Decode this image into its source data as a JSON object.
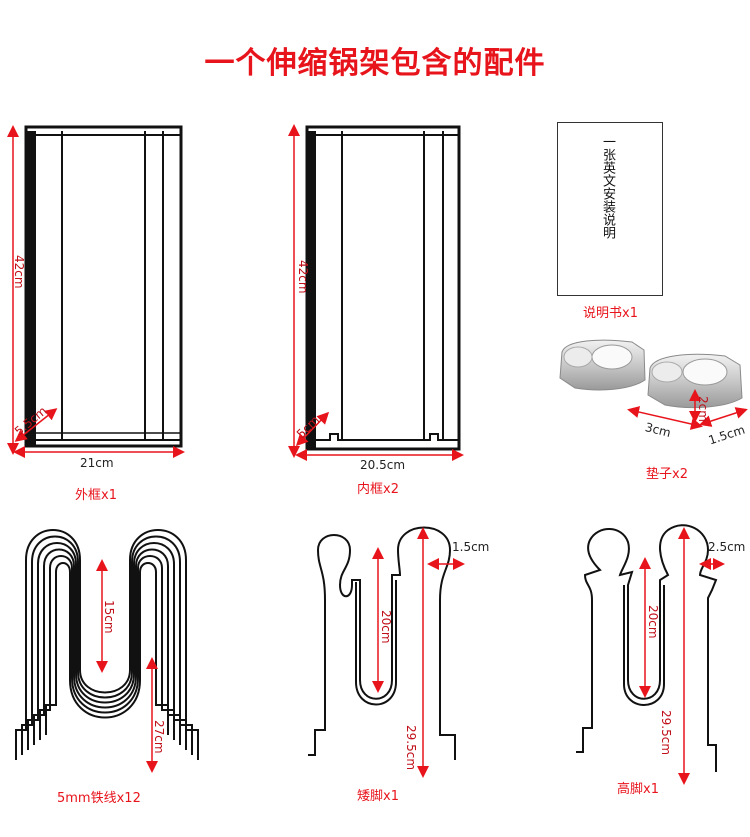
{
  "title": "一个伸缩锅架包含的配件",
  "outer_frame": {
    "height": "42cm",
    "depth": "5.5cm",
    "width": "21cm",
    "caption": "外框x1"
  },
  "inner_frame": {
    "height": "42cm",
    "depth": "5cm",
    "width": "20.5cm",
    "caption": "内框x2"
  },
  "manual": {
    "text": "一张英文安装说明",
    "caption": "说明书x1"
  },
  "pads": {
    "length": "3cm",
    "height": "2cm",
    "width": "1.5cm",
    "caption": "垫子x2"
  },
  "wire": {
    "inner_height": "15cm",
    "outer_height": "27cm",
    "caption": "5mm铁线x12"
  },
  "short_leg": {
    "top_width": "1.5cm",
    "inner_height": "20cm",
    "total_height": "29.5cm",
    "caption": "矮脚x1"
  },
  "tall_leg": {
    "top_width": "2.5cm",
    "inner_height": "20cm",
    "total_height": "29.5cm",
    "caption": "高脚x1"
  }
}
